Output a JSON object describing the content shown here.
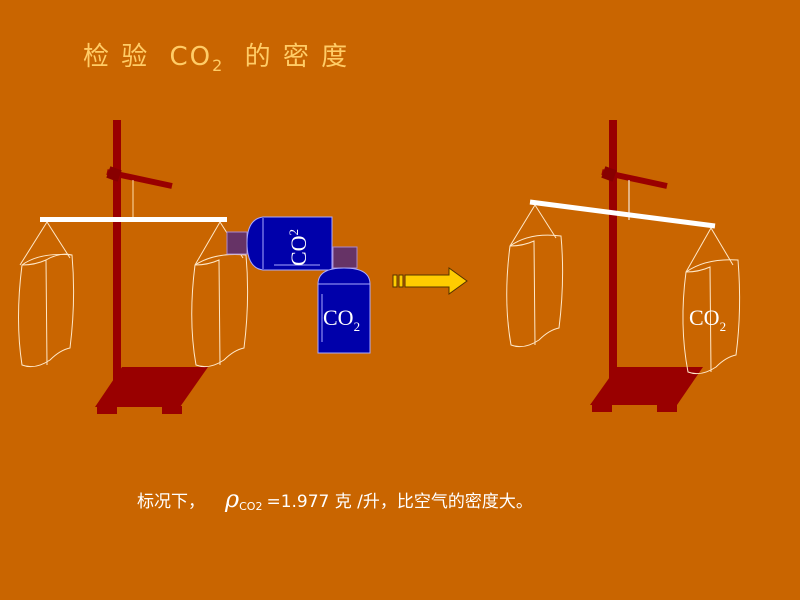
{
  "title": {
    "part1": "检 验",
    "co": "CO",
    "sub": "2",
    "part2": "的 密 度"
  },
  "bottles": {
    "horizontal_label": "CO",
    "vertical_label": "CO",
    "sub": "2"
  },
  "result_bag_label": {
    "text": "CO",
    "sub": "2"
  },
  "caption": {
    "prefix": "标况下，",
    "rho": "ρ",
    "rho_sub": "CO2",
    "value": "=1.977 克 /升，比空气的密度大。"
  },
  "colors": {
    "background": "#C96500",
    "stand": "#990000",
    "bottle": "#0000AA",
    "arrow": "#FFCC00",
    "title": "#FFCC66"
  }
}
